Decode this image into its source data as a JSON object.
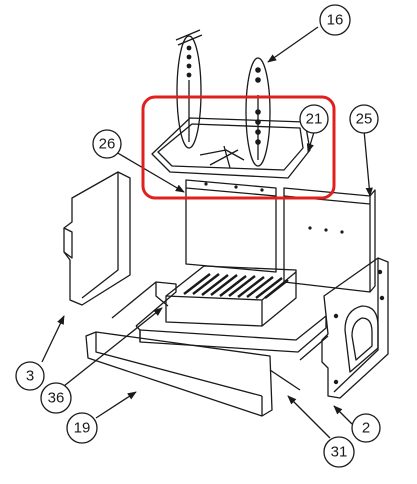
{
  "diagram": {
    "callouts": [
      {
        "id": "c16",
        "label": "16"
      },
      {
        "id": "c21",
        "label": "21"
      },
      {
        "id": "c25",
        "label": "25"
      },
      {
        "id": "c26",
        "label": "26"
      },
      {
        "id": "c3",
        "label": "3"
      },
      {
        "id": "c36",
        "label": "36"
      },
      {
        "id": "c19",
        "label": "19"
      },
      {
        "id": "c2",
        "label": "2"
      },
      {
        "id": "c31",
        "label": "31"
      }
    ],
    "colors": {
      "line": "#1a1a1a",
      "highlight": "#e0201c",
      "background": "#ffffff"
    }
  }
}
